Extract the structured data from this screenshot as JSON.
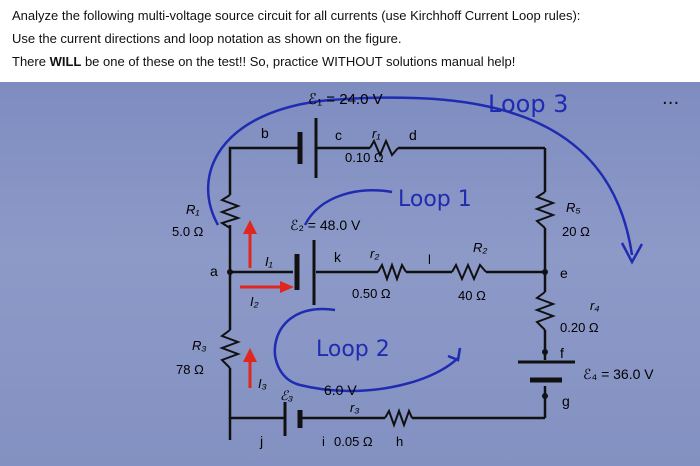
{
  "header": {
    "line1": "Analyze the following multi-voltage source circuit for all currents (use Kirchhoff Current Loop rules):",
    "line2": "Use the current directions and loop notation as shown on the figure.",
    "line3_pre": "There ",
    "line3_bold": "WILL",
    "line3_post": " be one of these on the test!! So, practice WITHOUT solutions manual help!"
  },
  "diagram": {
    "E1": "ℰ₁ = 24.0 V",
    "r1": "r₁",
    "r1_value": "0.10 Ω",
    "E2": "ℰ₂ = 48.0 V",
    "r2": "r₂",
    "r2_value": "0.50 Ω",
    "R2": "R₂",
    "R2_value": "40 Ω",
    "R1": "R₁",
    "R1_value": "5.0 Ω",
    "R3": "R₃",
    "R3_value": "78 Ω",
    "R5": "R₅",
    "R5_value": "20 Ω",
    "r4": "r₄",
    "r4_value": "0.20 Ω",
    "E4": "ℰ₄ = 36.0 V",
    "E3": "ℰ₃",
    "E3_value": "6.0 V",
    "r3": "r₃",
    "r3_value": "0.05 Ω",
    "I1": "I₁",
    "I2": "I₂",
    "I3": "I₃",
    "node_a": "a",
    "node_b": "b",
    "node_c": "c",
    "node_d": "d",
    "node_e": "e",
    "node_f": "f",
    "node_g": "g",
    "node_h": "h",
    "node_i": "i",
    "node_j": "j",
    "node_k": "k",
    "node_l": "l",
    "loop1": "Loop 1",
    "loop2": "Loop 2",
    "loop3": "Loop 3",
    "dots": "...",
    "colors": {
      "ink": "#1f2bb0",
      "arrow": "#e0261d",
      "wire": "#111111"
    }
  }
}
